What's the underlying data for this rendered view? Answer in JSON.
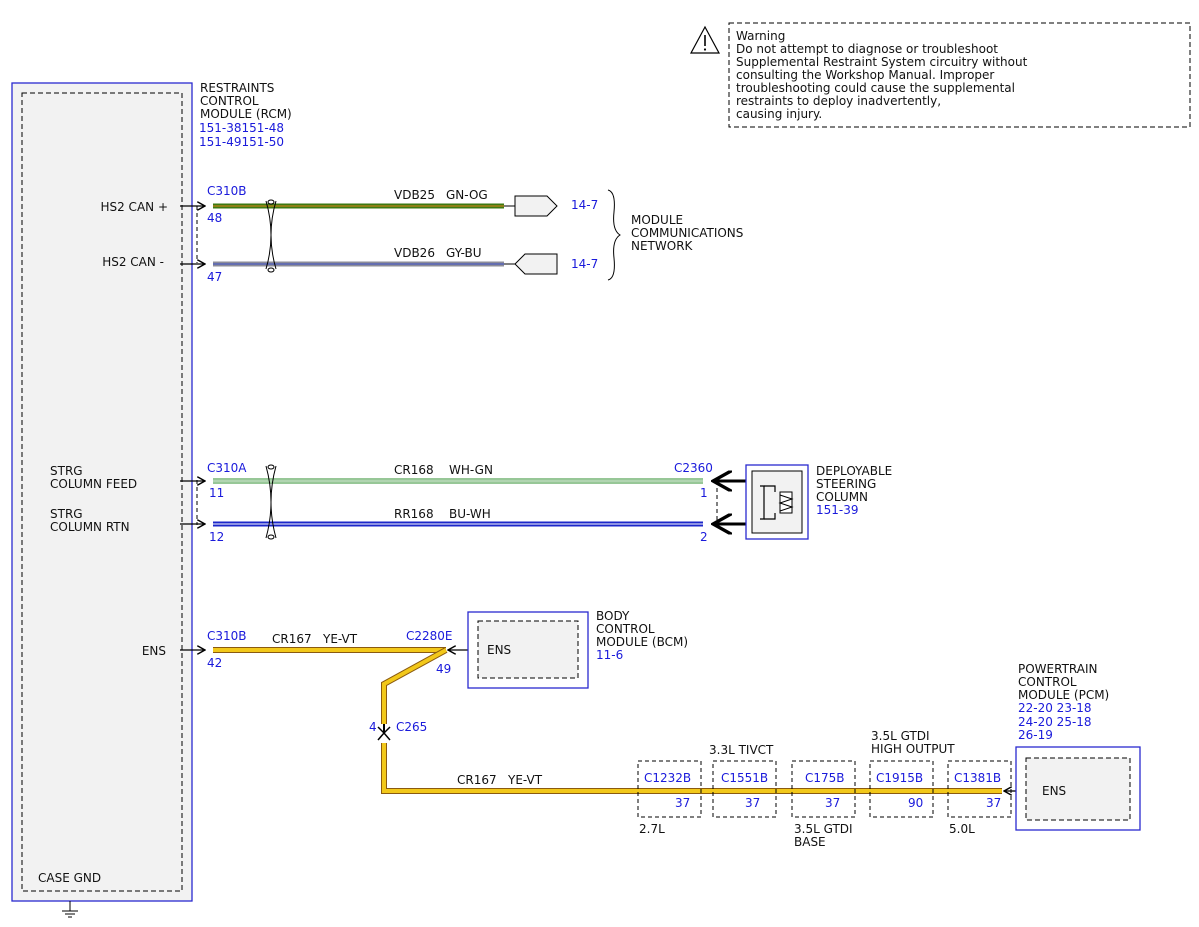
{
  "warning": {
    "lines": [
      "Warning",
      "Do not attempt to diagnose or troubleshoot",
      "Supplemental Restraint System circuitry without",
      "consulting the Workshop Manual. Improper",
      "troubleshooting could cause the supplemental",
      "restraints to deploy inadvertently,",
      "causing injury."
    ]
  },
  "rcm": {
    "name_lines": [
      "RESTRAINTS",
      "CONTROL",
      "MODULE (RCM)"
    ],
    "refs": [
      "151-38151-48",
      "151-49151-50"
    ],
    "pin_labels": {
      "hs2_can_plus": "HS2 CAN +",
      "hs2_can_minus": "HS2 CAN -",
      "strg_feed": [
        "STRG",
        "COLUMN FEED"
      ],
      "strg_rtn": [
        "STRG",
        "COLUMN RTN"
      ],
      "ens": "ENS",
      "case_gnd": "CASE GND"
    }
  },
  "connectors": {
    "c310b_top": "C310B",
    "c310a": "C310A",
    "c310b_ens": "C310B",
    "c2360": "C2360",
    "c2280e": "C2280E",
    "c265": "C265"
  },
  "pins": {
    "p48": "48",
    "p47": "47",
    "p11": "11",
    "p12": "12",
    "p42": "42",
    "c2360_1": "1",
    "c2360_2": "2",
    "c2280e_49": "49",
    "c265_4": "4"
  },
  "wires": {
    "vdb25": {
      "circuit": "VDB25",
      "color_code": "GN-OG",
      "color": "#3d7a12",
      "accent": "#e0851b"
    },
    "vdb26": {
      "circuit": "VDB26",
      "color_code": "GY-BU",
      "color": "#8c8c99",
      "accent": "#3b4fc8"
    },
    "cr168": {
      "circuit": "CR168",
      "color_code": "WH-GN",
      "color": "#ffffff",
      "accent": "#2f8f2f"
    },
    "rr168": {
      "circuit": "RR168",
      "color_code": "BU-WH",
      "color": "#1c27c9",
      "accent": "#ffffff"
    },
    "cr167_top": {
      "circuit": "CR167",
      "color_code": "YE-VT"
    },
    "cr167_bottom": {
      "circuit": "CR167",
      "color_code": "YE-VT"
    },
    "ye_color": "#f2c81a",
    "ye_accent": "#8a5a10"
  },
  "network": {
    "ref_top": "14-7",
    "ref_bottom": "14-7",
    "name_lines": [
      "MODULE",
      "COMMUNICATIONS",
      "NETWORK"
    ]
  },
  "steering": {
    "name_lines": [
      "DEPLOYABLE",
      "STEERING",
      "COLUMN"
    ],
    "ref": "151-39"
  },
  "bcm": {
    "name_lines": [
      "BODY",
      "CONTROL",
      "MODULE (BCM)"
    ],
    "ref": "11-6",
    "inner": "ENS"
  },
  "pcm": {
    "name_lines": [
      "POWERTRAIN",
      "CONTROL",
      "MODULE (PCM)"
    ],
    "refs": [
      "22-20 23-18",
      "24-20 25-18",
      "26-19"
    ],
    "inner": "ENS"
  },
  "inline_connectors": [
    {
      "name": "C1232B",
      "pin": "37",
      "variant": [
        "2.7L"
      ],
      "variant_pos": "below"
    },
    {
      "name": "C1551B",
      "pin": "37",
      "variant": [
        "3.3L TIVCT"
      ],
      "variant_pos": "above"
    },
    {
      "name": "C175B",
      "pin": "37",
      "variant": [
        "3.5L GTDI",
        "BASE"
      ],
      "variant_pos": "below"
    },
    {
      "name": "C1915B",
      "pin": "90",
      "variant": [
        "3.5L GTDI",
        "HIGH OUTPUT"
      ],
      "variant_pos": "above"
    },
    {
      "name": "C1381B",
      "pin": "37",
      "variant": [
        "5.0L"
      ],
      "variant_pos": "below"
    }
  ],
  "colors": {
    "module_border": "#2a2ad0",
    "ref_text": "#1a1adb",
    "module_fill": "#f2f2f2"
  }
}
